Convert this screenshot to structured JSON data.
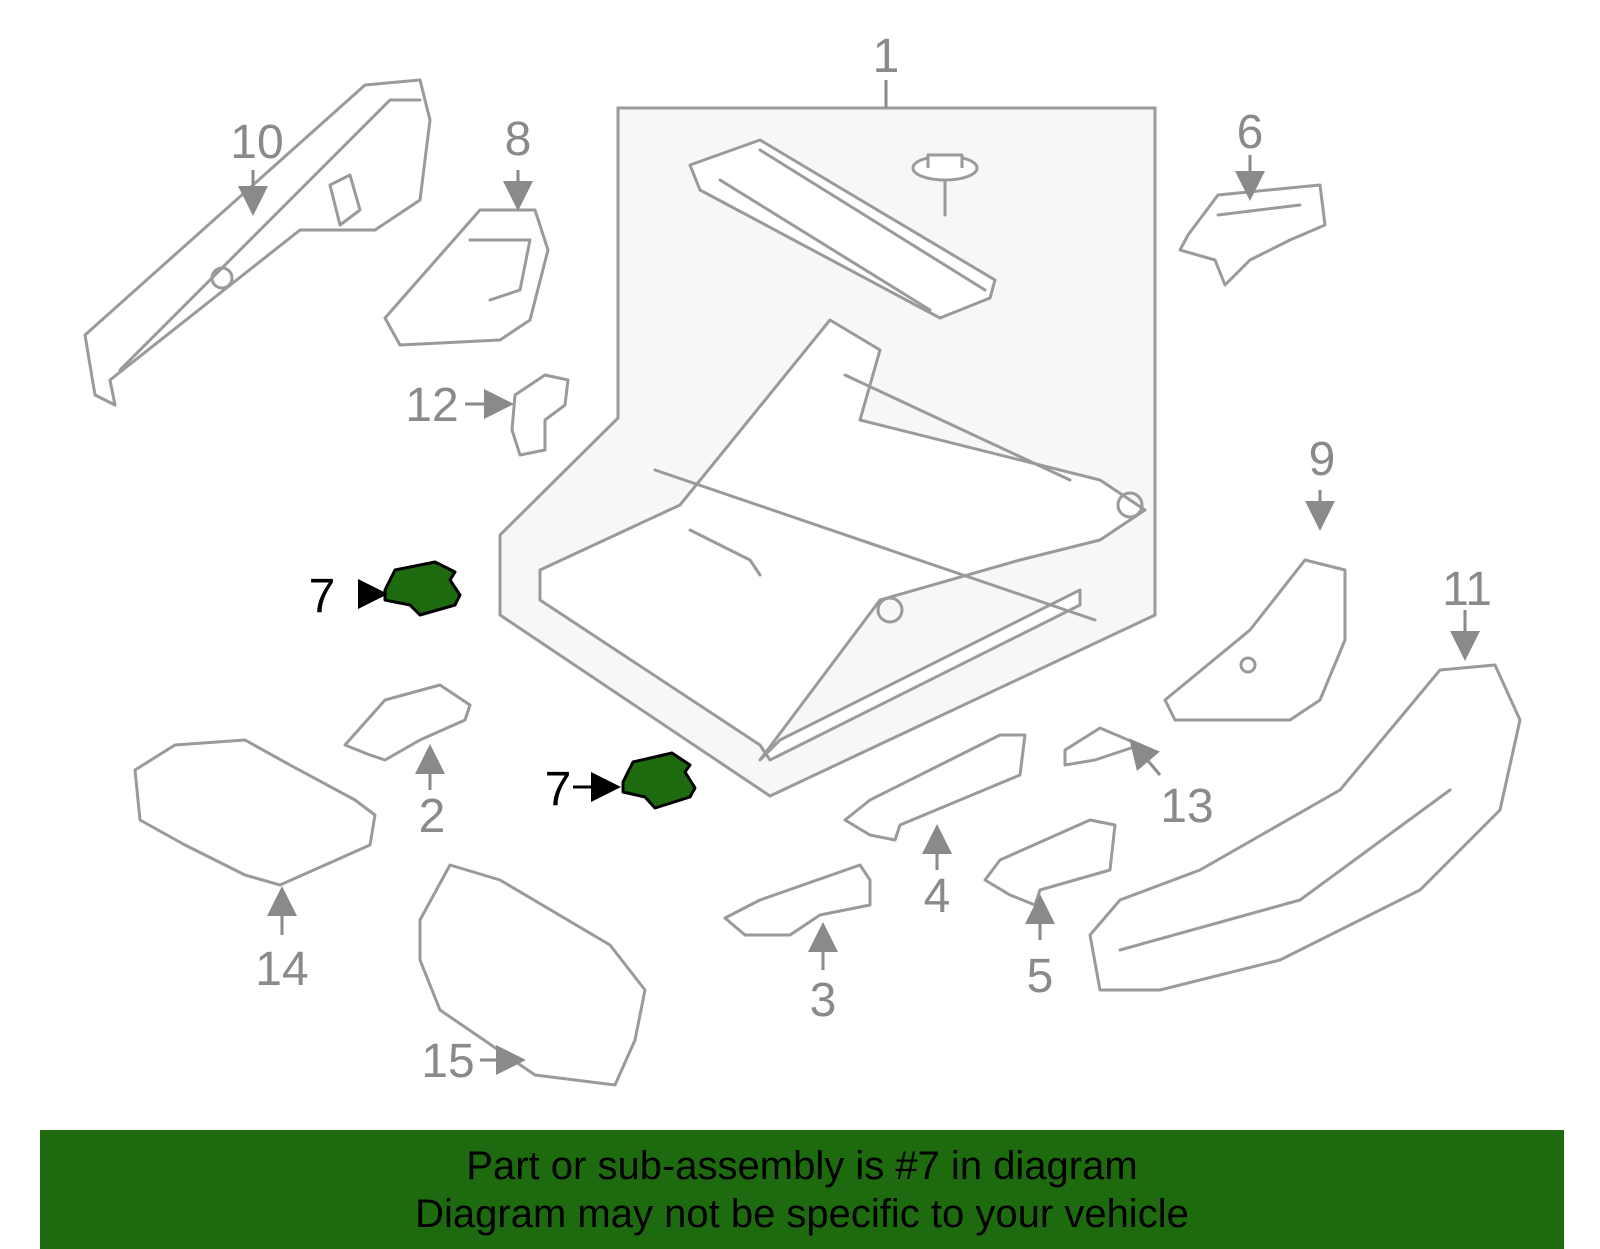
{
  "diagram": {
    "callouts": [
      "1",
      "2",
      "3",
      "4",
      "5",
      "6",
      "7",
      "8",
      "9",
      "10",
      "11",
      "12",
      "13",
      "14",
      "15"
    ],
    "highlight_callout": "7",
    "highlight_color": "#1e6b0f",
    "frame_fill": "#f7f7f7",
    "line_color": "#9a9a9a"
  },
  "banner": {
    "line1": "Part or sub-assembly is #7 in diagram",
    "line2": "Diagram may not be specific to your vehicle",
    "color": "#1e6b0f"
  }
}
